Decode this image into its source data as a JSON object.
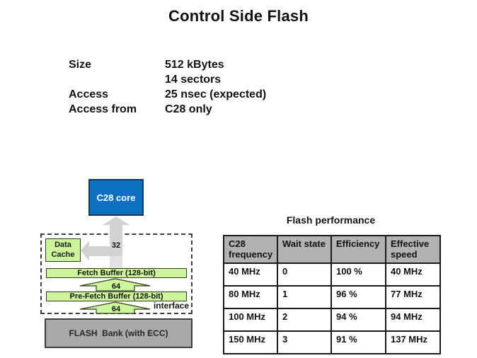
{
  "title": "Control Side Flash",
  "specs": {
    "rows": [
      {
        "label": "Size",
        "value": "512 kBytes"
      },
      {
        "label": "",
        "value": "14 sectors"
      },
      {
        "label": "Access",
        "value": "25 nsec (expected)"
      },
      {
        "label": "Access from",
        "value": "C28 only"
      }
    ]
  },
  "diagram": {
    "c28_core": "C28 core",
    "bus_to_core_width": "32",
    "data_cache_line1": "Data",
    "data_cache_line2": "Cache",
    "fetch_buffer": "Fetch Buffer (128-bit)",
    "bus_fetch_width": "64",
    "pre_fetch_buffer": "Pre-Fetch Buffer (128-bit)",
    "bus_prefetch_width": "64",
    "interface_label": "interface",
    "flash_bank": "FLASH  Bank (with ECC)",
    "colors": {
      "core_blue": "#0e70c1",
      "core_border": "#17375d",
      "buffer_green": "#ccf49c",
      "bank_gray": "#a9a9a9",
      "bus_gray": "#d2d2d2",
      "bus_gray_light": "#e3e3e3"
    }
  },
  "performance": {
    "title": "Flash performance",
    "columns": [
      "C28 frequency",
      "Wait state",
      "Efficiency",
      "Effective speed"
    ],
    "rows": [
      [
        "40 MHz",
        "0",
        "100 %",
        "40 MHz"
      ],
      [
        "80 MHz",
        "1",
        "96 %",
        "77 MHz"
      ],
      [
        "100 MHz",
        "2",
        "94 %",
        "94 MHz"
      ],
      [
        "150 MHz",
        "3",
        "91 %",
        "137 MHz"
      ]
    ],
    "header_bg": "#b2b2b2"
  }
}
